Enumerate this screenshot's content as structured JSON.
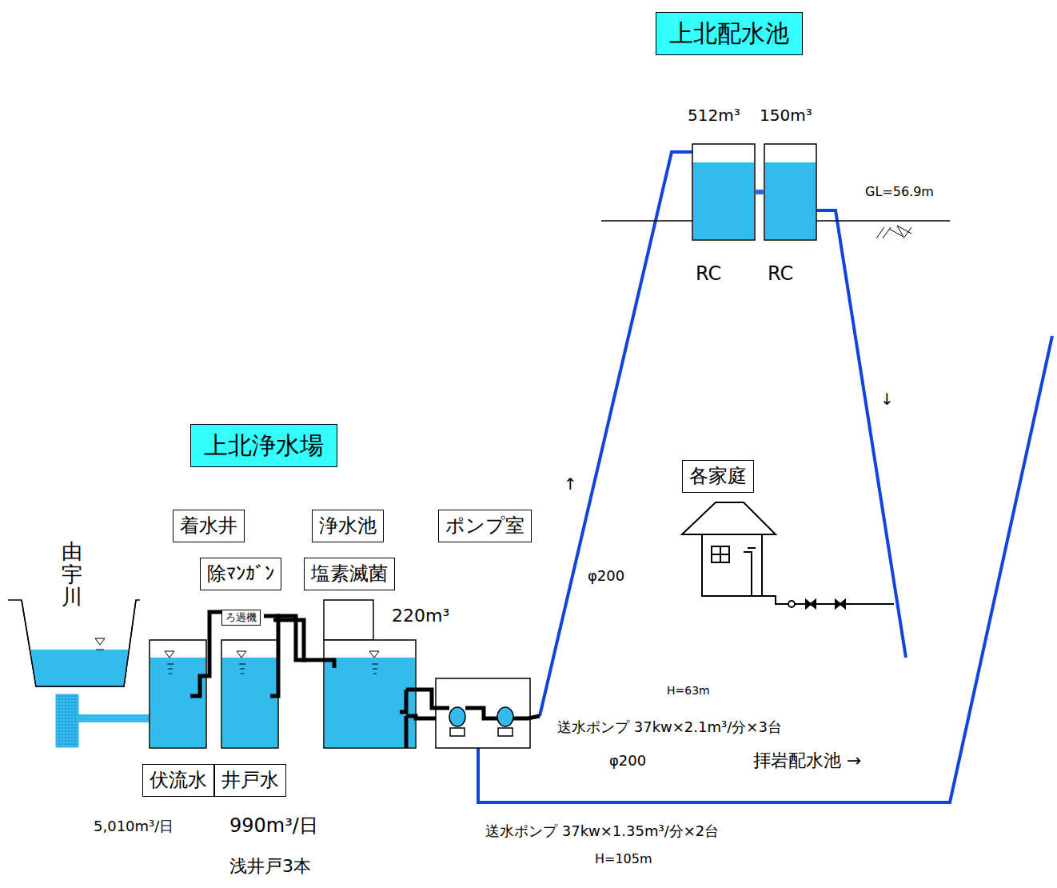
{
  "diagram": {
    "nodes": [
      {
        "text": [
          "上北配水池"
        ]
      },
      {
        "text": [
          "512m³",
          "RC"
        ]
      },
      {
        "text": [
          "150m³",
          "RC"
        ]
      },
      {
        "text": [
          "上北浄水場"
        ]
      },
      {
        "text": [
          "各家庭"
        ]
      },
      {
        "text": [
          "着水井"
        ]
      },
      {
        "text": [
          "浄水池"
        ]
      },
      {
        "text": [
          "ポンプ室"
        ]
      },
      {
        "text": [
          "除ﾏﾝｶﾞﾝ"
        ]
      },
      {
        "text": [
          "ろ過機"
        ]
      },
      {
        "text": [
          "塩素滅菌"
        ]
      },
      {
        "text": [
          "伏流水"
        ]
      },
      {
        "text": [
          "井戸水"
        ]
      }
    ],
    "edges": [
      {
        "from": 1,
        "to": 2,
        "arrow": "none"
      }
    ],
    "labels": [
      "GL=56.9m",
      "220m³",
      "↑",
      "φ200",
      "↓",
      "H=63m",
      "送水ポンプ 37kw×2.1m³/分×3台",
      "φ200",
      "拝岩配水池 →",
      "送水ポンプ 37kw×1.35m³/分×2台",
      "H=105m",
      "5,010m³/日",
      "990m³/日",
      "浅井戸3本",
      "由宇川"
    ]
  }
}
